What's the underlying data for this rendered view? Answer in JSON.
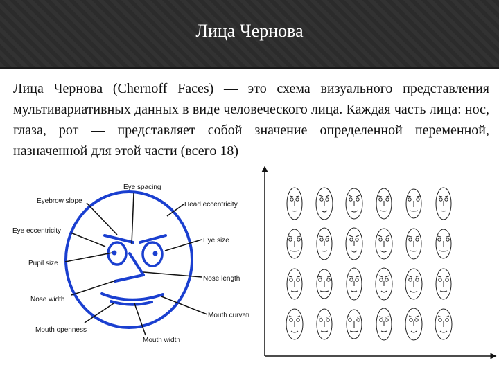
{
  "slide": {
    "title": "Лица Чернова",
    "paragraph": "Лица Чернова (Chernoff Faces) — это схема визуального представления мультивариативных данных в виде человеческого лица. Каждая часть лица: нос, глаза, рот — представляет собой значение определенной переменной, назначенной для этой части (всего 18)"
  },
  "diagram": {
    "labels": {
      "eye_spacing": "Eye spacing",
      "eyebrow_slope": "Eyebrow slope",
      "head_eccentricity": "Head eccentricity",
      "eye_eccentricity": "Eye eccentricity",
      "eye_size": "Eye size",
      "pupil_size": "Pupil size",
      "nose_length": "Nose length",
      "nose_width": "Nose width",
      "mouth_curvature": "Mouth curvature",
      "mouth_openness": "Mouth openness",
      "mouth_width": "Mouth width"
    },
    "face_color": "#1a3fd0"
  },
  "faces_grid": {
    "rows": 4,
    "cols": 6
  }
}
